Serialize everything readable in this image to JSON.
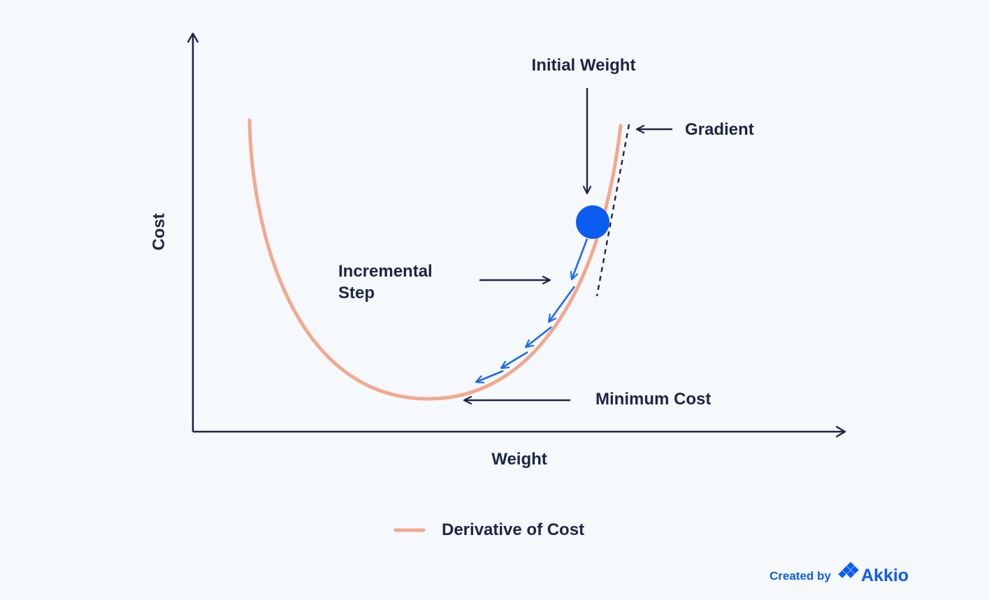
{
  "axes": {
    "x_label": "Weight",
    "y_label": "Cost"
  },
  "annotations": {
    "initial_weight": "Initial Weight",
    "gradient": "Gradient",
    "incremental_step_line1": "Incremental",
    "incremental_step_line2": "Step",
    "minimum_cost": "Minimum Cost"
  },
  "legend": {
    "label": "Derivative of Cost"
  },
  "credit": {
    "prefix": "Created by",
    "brand": "Akkio"
  },
  "colors": {
    "background": "#f6f9fb",
    "axis": "#1d2547",
    "curve": "#f2a88f",
    "point": "#0b5cf0",
    "steps": "#1a6bf0",
    "brand": "#0b5cf0"
  },
  "icons": {
    "brand_logo": "akkio-diamond-logo-icon",
    "point": "initial-weight-point-icon"
  }
}
